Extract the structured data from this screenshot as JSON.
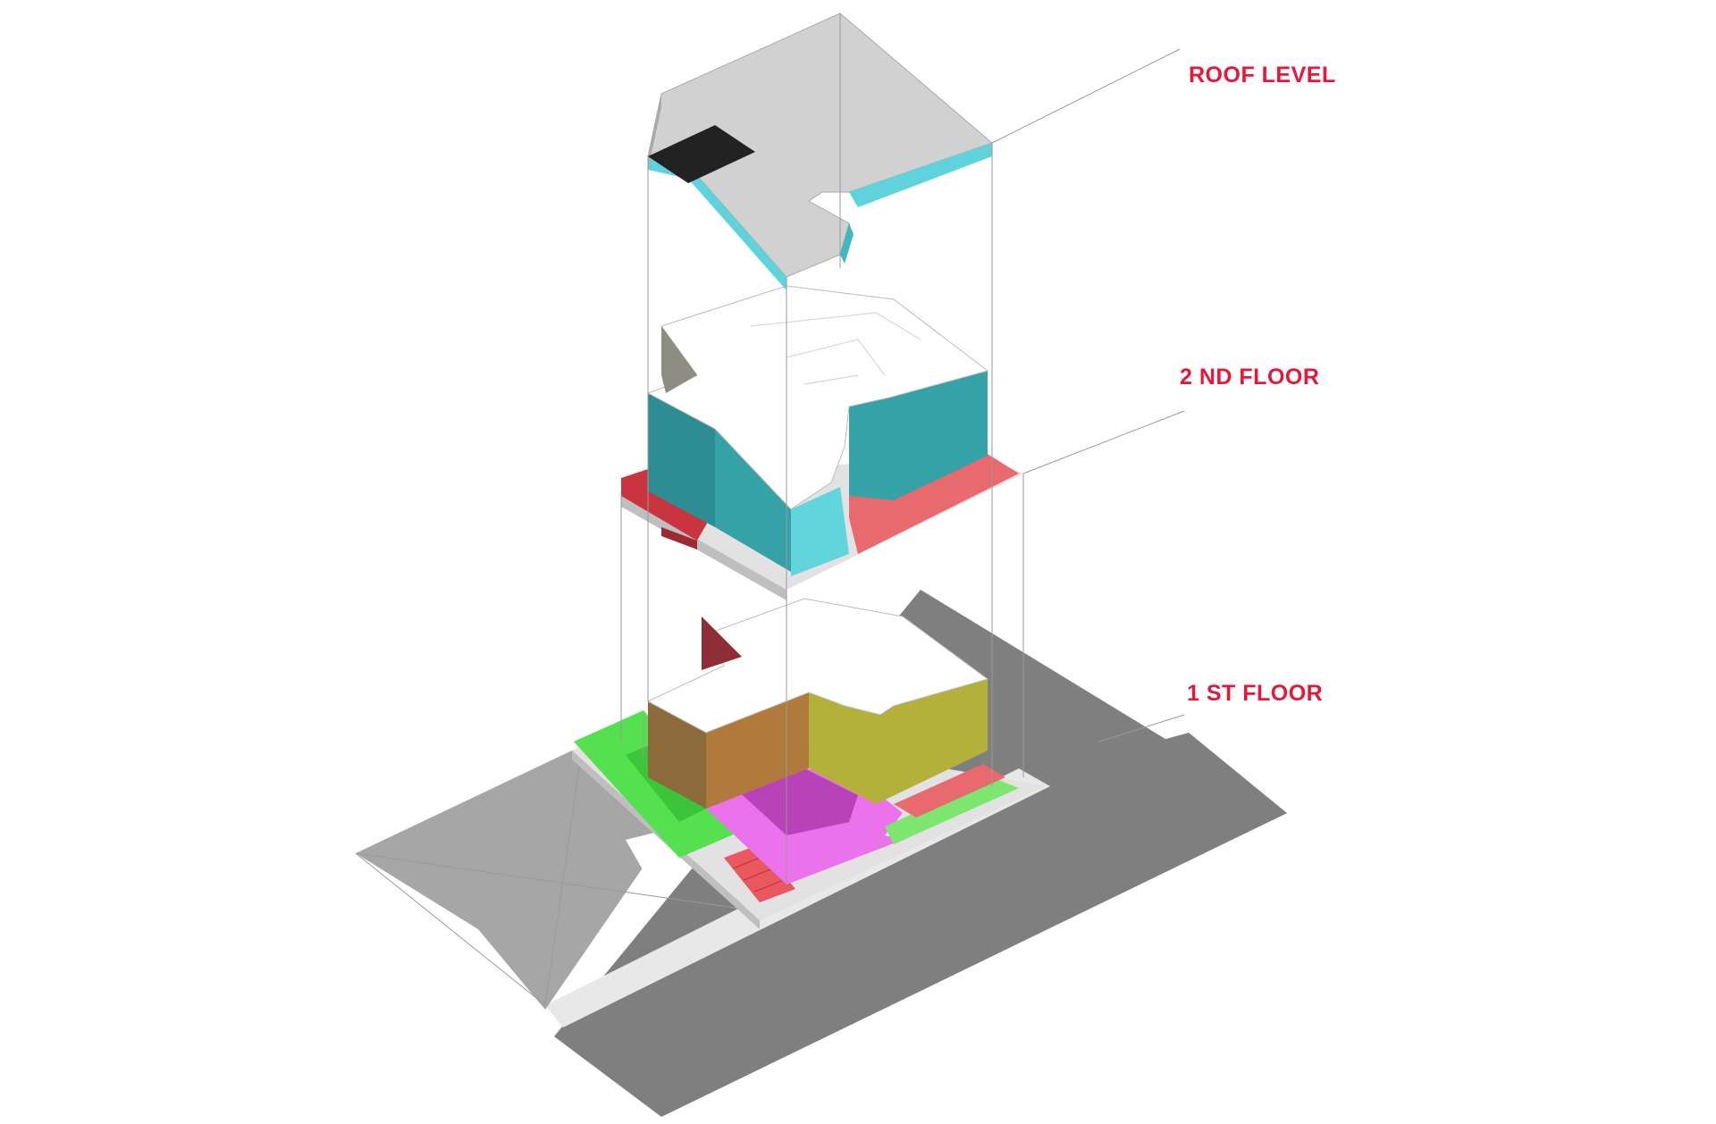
{
  "labels": {
    "roof": "ROOF LEVEL",
    "second": "2 ND FLOOR",
    "first": "1 ST FLOOR"
  },
  "colors": {
    "label": "#e8173a",
    "ground_dark": "#7f7f7f",
    "ground_light": "#a6a6a6",
    "roof_slab": "#d1d1d1",
    "roof_edge": "#5fd3dc",
    "roof_hatch": "#222222",
    "glass_teal": "#35a2a8",
    "glass_light": "#62d4dc",
    "floor_red": "#e86a6f",
    "balcony_red": "#c9343e",
    "glass_olive": "#b3b13a",
    "glass_brown": "#b07a3c",
    "floor_magenta": "#ec72ec",
    "terrace_green": "#55e04f",
    "stair_red": "#e8585e",
    "wall_maroon": "#8e2d35",
    "slab_grey": "#e2e2e2"
  }
}
